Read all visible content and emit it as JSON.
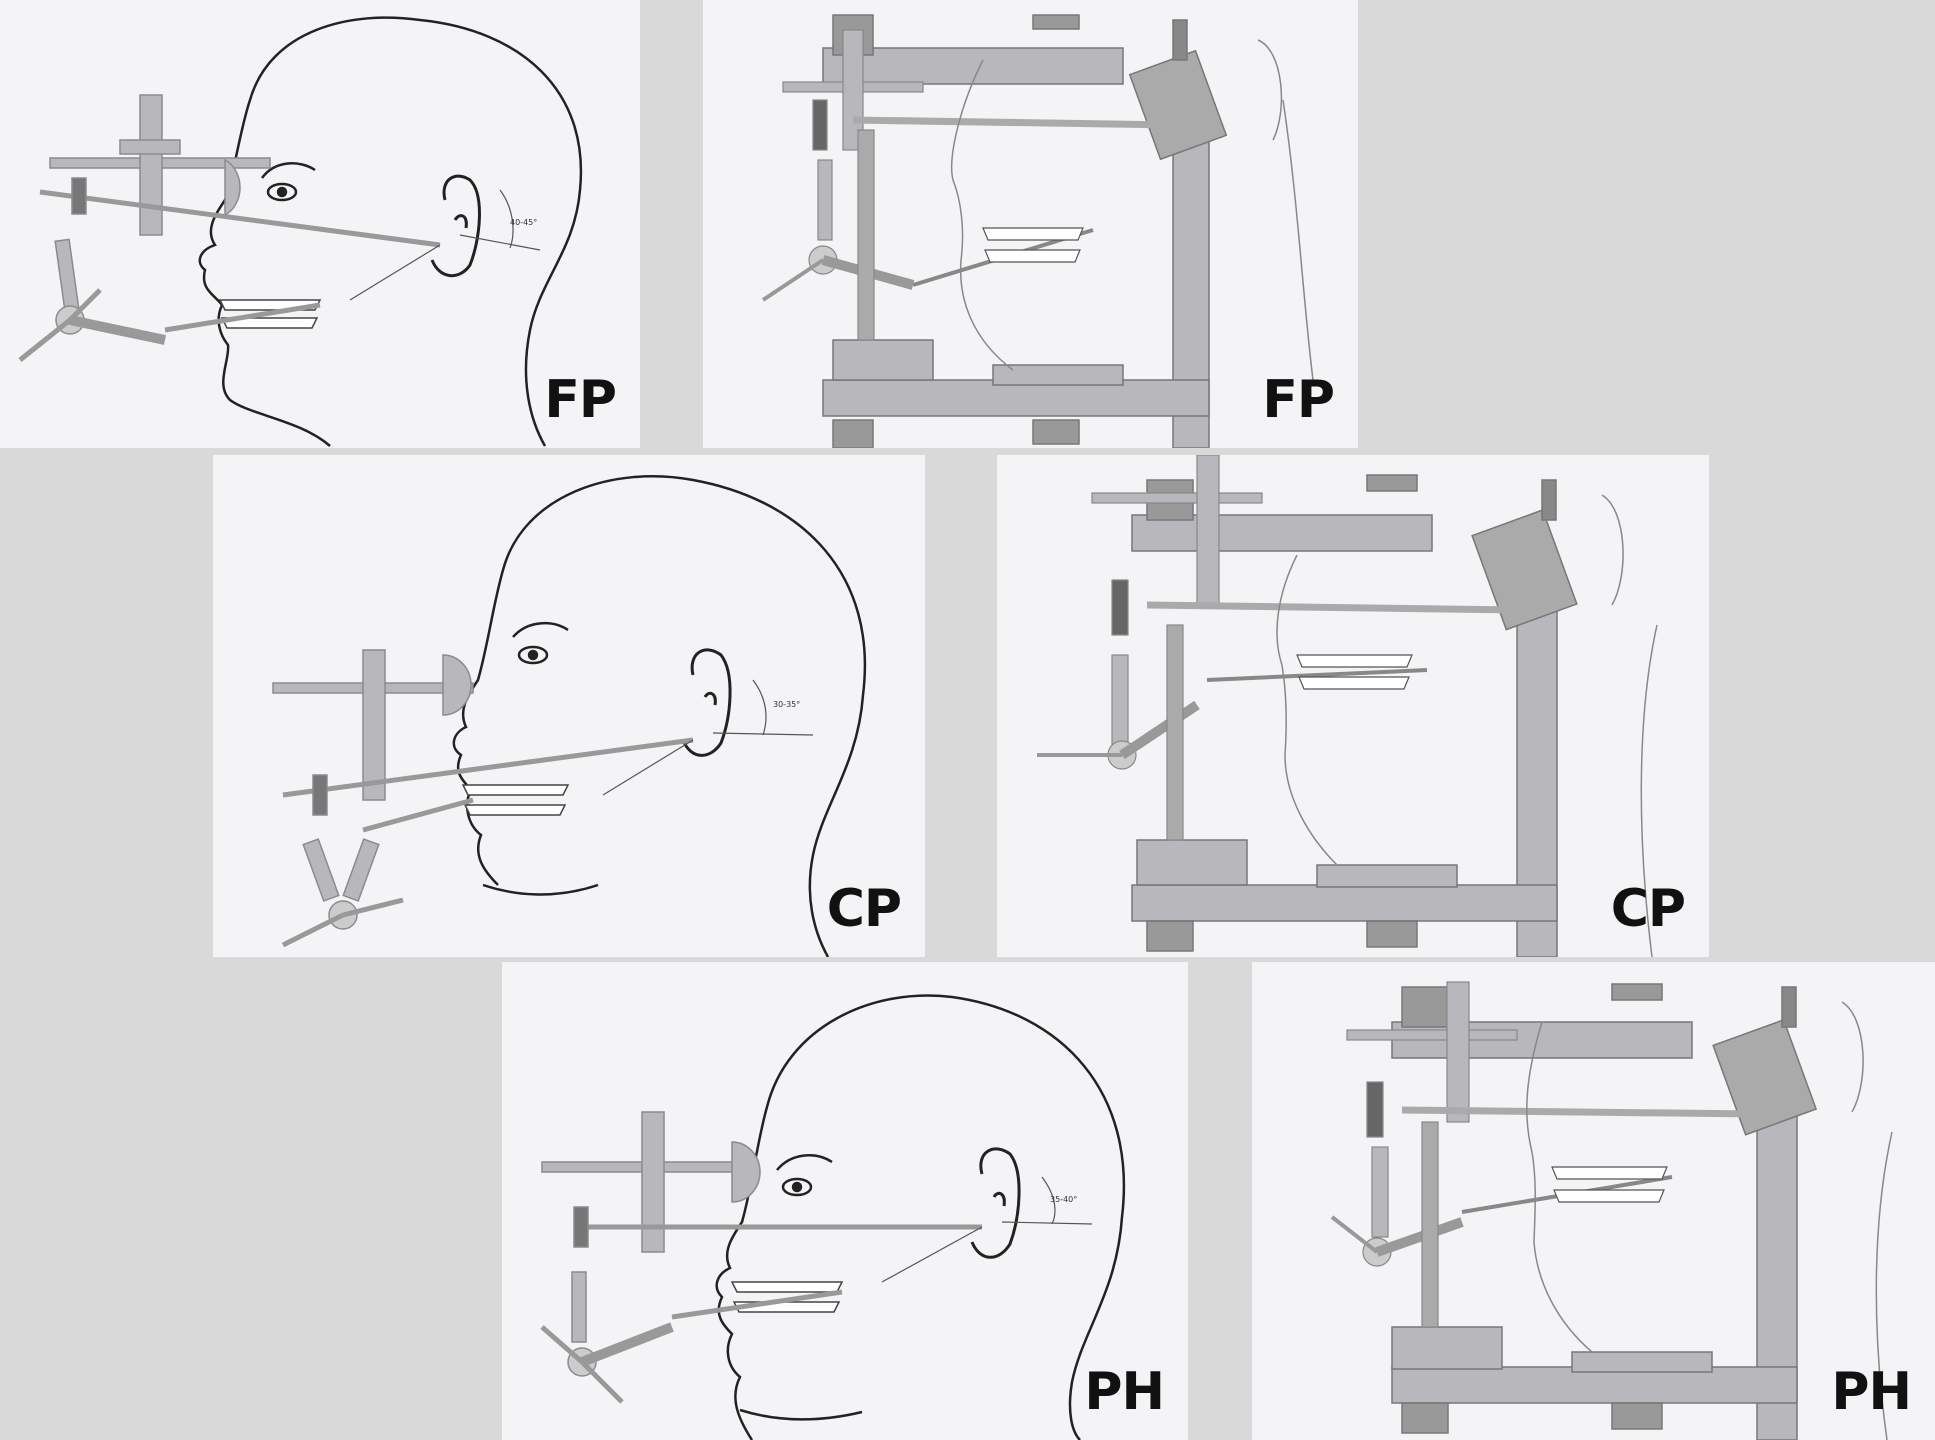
{
  "rows": [
    {
      "left": {
        "label": "FP",
        "angle": "40-45°"
      },
      "right": {
        "label": "FP"
      }
    },
    {
      "left": {
        "label": "CP",
        "angle": "30-35°"
      },
      "right": {
        "label": "CP"
      }
    },
    {
      "left": {
        "label": "PH",
        "angle": "35-40°"
      },
      "right": {
        "label": "PH"
      }
    }
  ],
  "colors": {
    "background": "#d9d9d9",
    "panel": "#f4f4f6",
    "line": "#222222",
    "metal": "#b8b8bc",
    "metal_dark": "#8a8a90",
    "label": "#111111"
  }
}
